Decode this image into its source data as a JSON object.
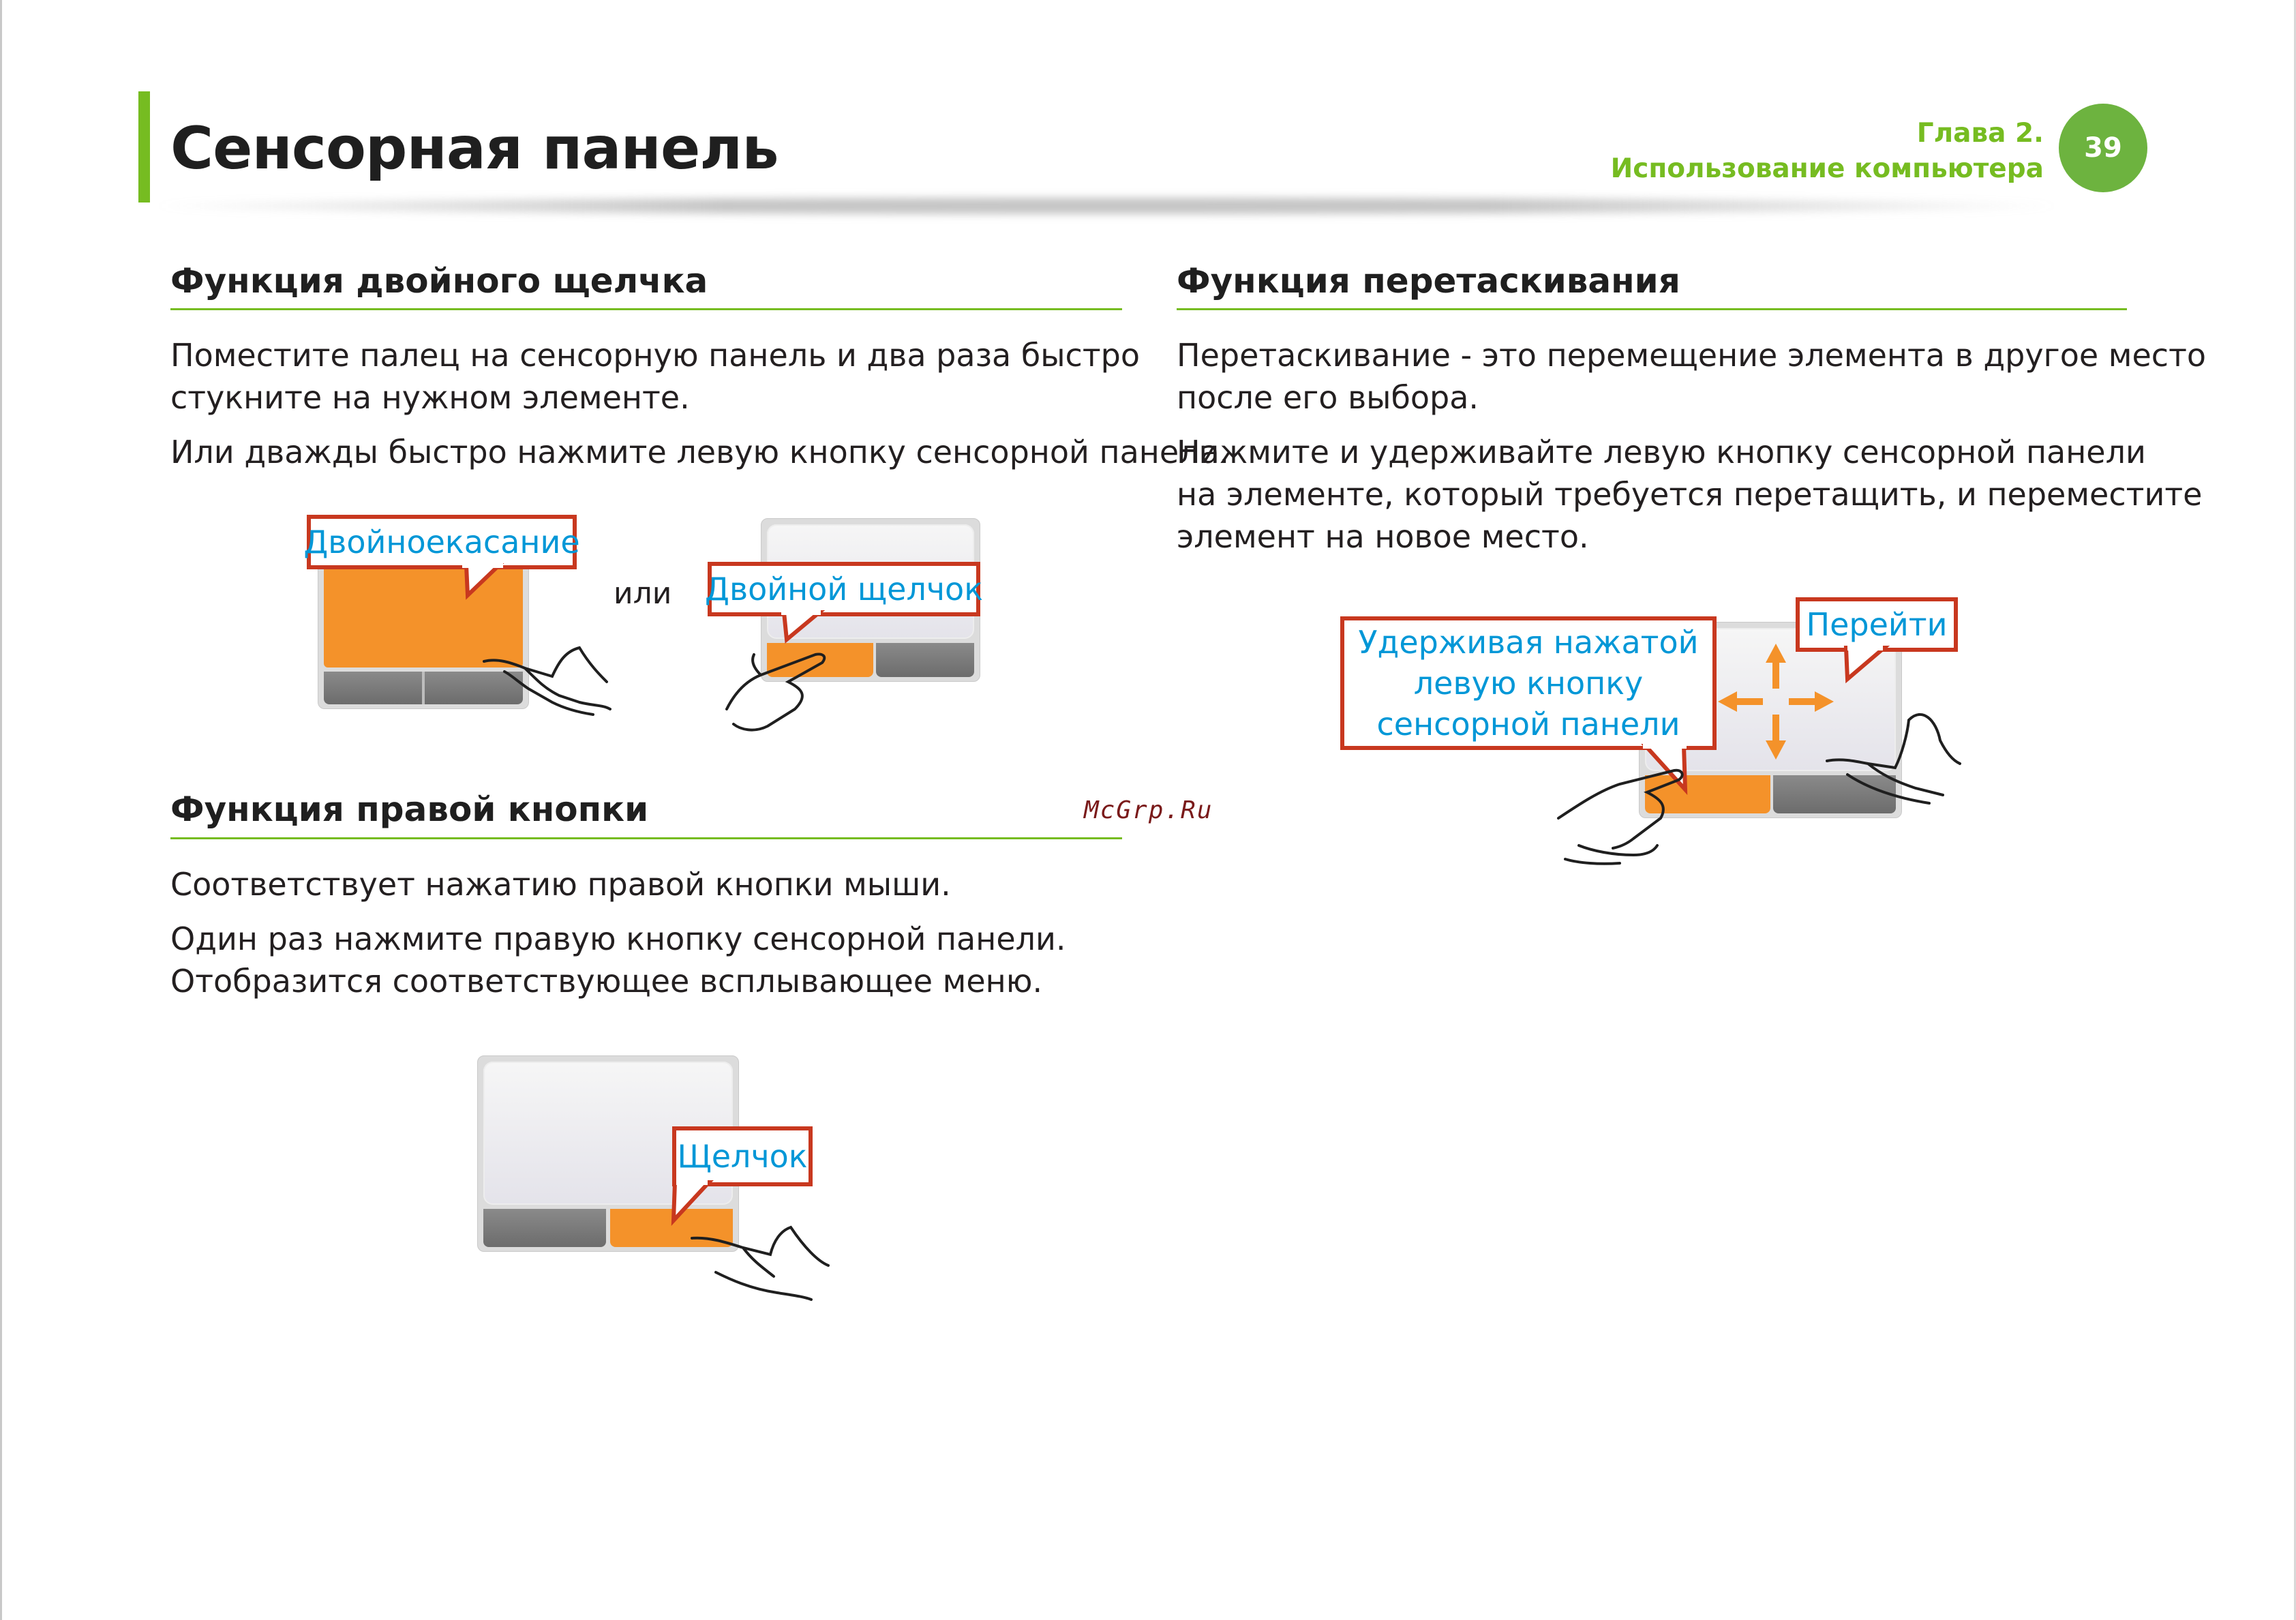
{
  "header": {
    "title": "Сенсорная панель",
    "chapter_line1": "Глава 2.",
    "chapter_line2": "Использование компьютера",
    "page_number": "39"
  },
  "double_click": {
    "heading": "Функция двойного щелчка",
    "para1_line1": "Поместите палец на сенсорную панель и два раза быстро",
    "para1_line2": "стукните на нужном элементе.",
    "para2": "Или дважды быстро нажмите левую кнопку сенсорной панели.",
    "callout_tap": "Двойноекасание",
    "or_label": "или",
    "callout_click": "Двойной щелчок"
  },
  "right_button": {
    "heading": "Функция правой кнопки",
    "para1": "Соответствует нажатию правой кнопки мыши.",
    "para2_line1": "Один раз нажмите правую кнопку сенсорной панели.",
    "para2_line2": "Отобразится соответствующее всплывающее меню.",
    "callout_click": "Щелчок"
  },
  "drag": {
    "heading": "Функция перетаскивания",
    "para1_line1": "Перетаскивание - это перемещение элемента в другое место",
    "para1_line2": "после его выбора.",
    "para2_line1": "Нажмите и удерживайте левую кнопку сенсорной панели",
    "para2_line2": "на элементе, который требуется перетащить, и переместите",
    "para2_line3": "элемент на новое место.",
    "callout_hold_line1": "Удерживая нажатой",
    "callout_hold_line2": "левую кнопку",
    "callout_hold_line3": "сенсорной панели",
    "callout_move": "Перейти"
  },
  "watermark": "McGrp.Ru",
  "colors": {
    "accent_green": "#76bc21",
    "callout_border": "#c8381f",
    "callout_text": "#0097d7",
    "highlight_orange": "#f4922a"
  }
}
